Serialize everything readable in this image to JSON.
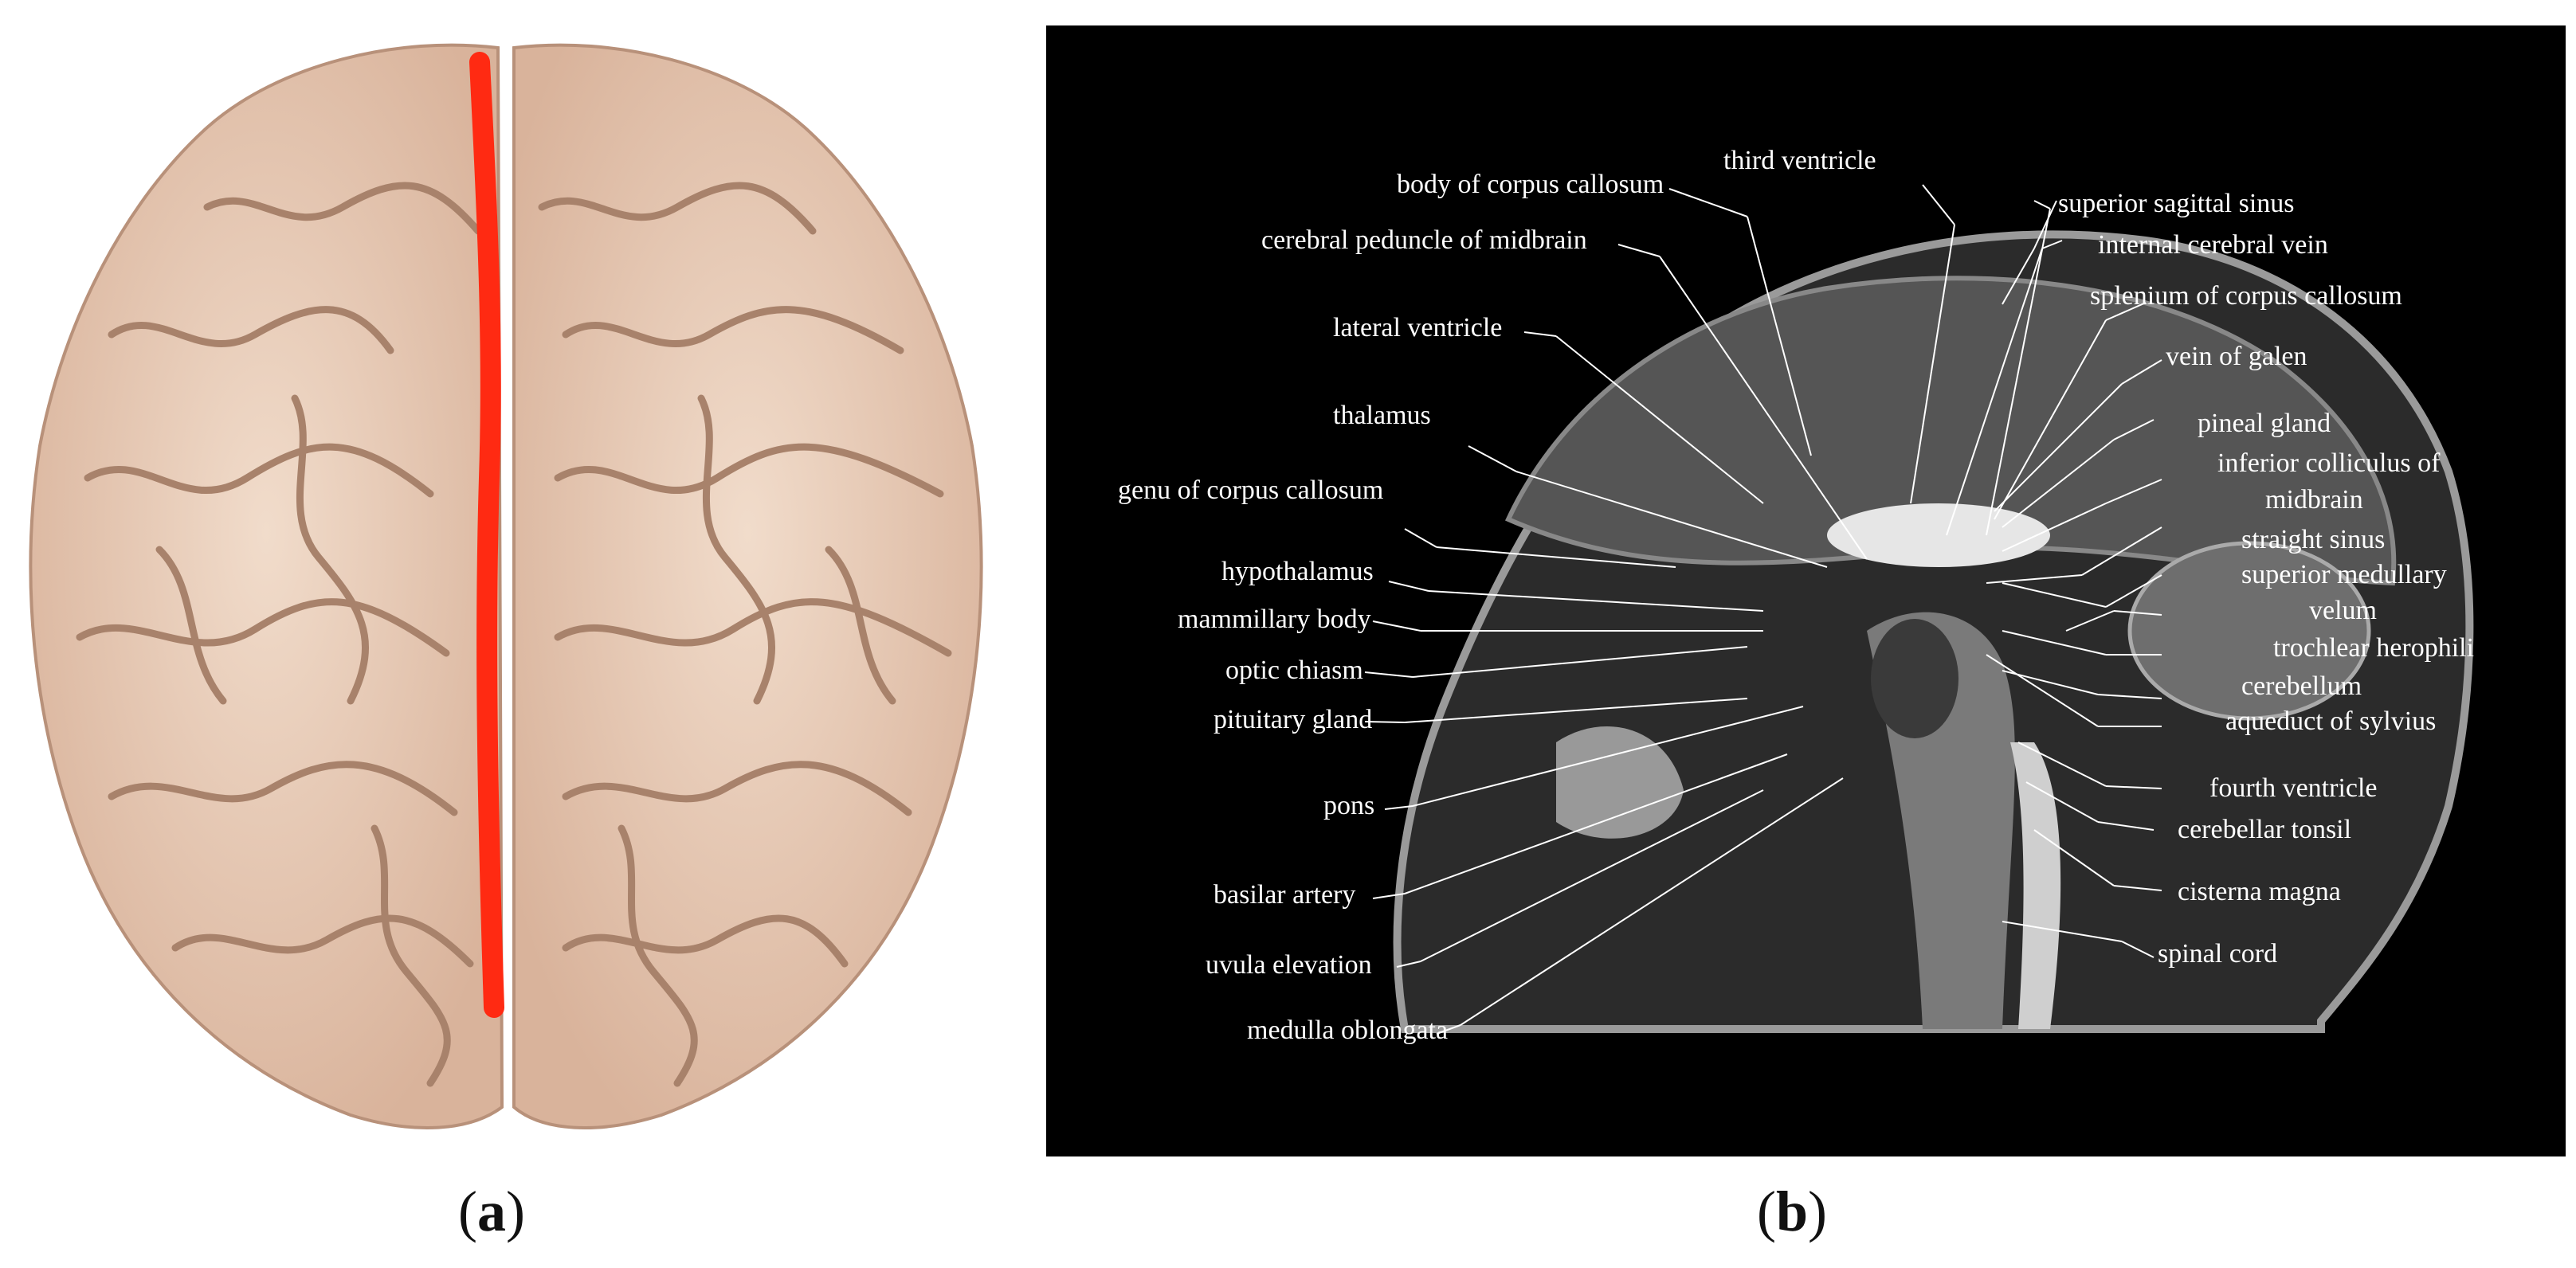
{
  "figure": {
    "panel_a": {
      "caption": "a",
      "colors": {
        "brain": "#e8c9b3",
        "sulcus": "#a8826b",
        "midline": "#ff2a12"
      }
    },
    "panel_b": {
      "caption": "b",
      "colors": {
        "background": "#000000",
        "label": "#ffffff",
        "leader": "#ffffff"
      },
      "labels": {
        "body_cc": "body of corpus callosum",
        "third_ventricle": "third ventricle",
        "cerebral_peduncle": "cerebral peduncle of midbrain",
        "lateral_ventricle": "lateral ventricle",
        "thalamus": "thalamus",
        "genu_cc": "genu of corpus callosum",
        "hypothalamus": "hypothalamus",
        "mammillary_body": "mammillary body",
        "optic_chiasm": "optic chiasm",
        "pituitary_gland": "pituitary gland",
        "pons": "pons",
        "basilar_artery": "basilar artery",
        "uvula_elevation": "uvula elevation",
        "medulla_oblongata": "medulla oblongata",
        "superior_sagittal_sinus": "superior sagittal sinus",
        "internal_cerebral_vein": "internal cerebral vein",
        "splenium_cc": "splenium of corpus callosum",
        "vein_of_galen": "vein of galen",
        "pineal_gland": "pineal gland",
        "inferior_colliculus_1": "inferior colliculus of",
        "inferior_colliculus_2": "midbrain",
        "straight_sinus": "straight sinus",
        "superior_medullary_1": "superior medullary",
        "superior_medullary_2": "velum",
        "trochlear_herophili": "trochlear herophili",
        "cerebellum": "cerebellum",
        "aqueduct_sylvius": "aqueduct of sylvius",
        "fourth_ventricle": "fourth ventricle",
        "cerebellar_tonsil": "cerebellar tonsil",
        "cisterna_magna": "cisterna magna",
        "spinal_cord": "spinal cord"
      }
    }
  }
}
